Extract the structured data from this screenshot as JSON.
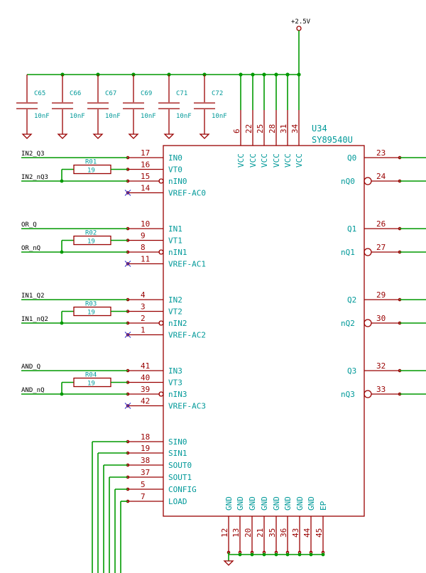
{
  "power": {
    "label": "+2.5V"
  },
  "chip": {
    "ref": "U34",
    "part": "SY89540U"
  },
  "capacitors": [
    {
      "ref": "C65",
      "value": "10nF"
    },
    {
      "ref": "C66",
      "value": "10nF"
    },
    {
      "ref": "C67",
      "value": "10nF"
    },
    {
      "ref": "C69",
      "value": "10nF"
    },
    {
      "ref": "C71",
      "value": "10nF"
    },
    {
      "ref": "C72",
      "value": "10nF"
    }
  ],
  "vcc_pins": [
    {
      "num": "6",
      "label": "VCC"
    },
    {
      "num": "22",
      "label": "VCC"
    },
    {
      "num": "25",
      "label": "VCC"
    },
    {
      "num": "28",
      "label": "VCC"
    },
    {
      "num": "31",
      "label": "VCC"
    },
    {
      "num": "34",
      "label": "VCC"
    }
  ],
  "input_groups": [
    {
      "net_p": "IN2_Q3",
      "net_n": "IN2_nQ3",
      "resistor": {
        "ref": "R01",
        "value": "19"
      },
      "pins": [
        {
          "num": "17",
          "label": "IN0"
        },
        {
          "num": "16",
          "label": "VT0"
        },
        {
          "num": "15",
          "label": "nIN0"
        },
        {
          "num": "14",
          "label": "VREF-AC0"
        }
      ]
    },
    {
      "net_p": "OR_Q",
      "net_n": "OR_nQ",
      "resistor": {
        "ref": "R02",
        "value": "19"
      },
      "pins": [
        {
          "num": "10",
          "label": "IN1"
        },
        {
          "num": "9",
          "label": "VT1"
        },
        {
          "num": "8",
          "label": "nIN1"
        },
        {
          "num": "11",
          "label": "VREF-AC1"
        }
      ]
    },
    {
      "net_p": "IN1_Q2",
      "net_n": "IN1_nQ2",
      "resistor": {
        "ref": "R03",
        "value": "19"
      },
      "pins": [
        {
          "num": "4",
          "label": "IN2"
        },
        {
          "num": "3",
          "label": "VT2"
        },
        {
          "num": "2",
          "label": "nIN2"
        },
        {
          "num": "1",
          "label": "VREF-AC2"
        }
      ]
    },
    {
      "net_p": "AND_Q",
      "net_n": "AND_nQ",
      "resistor": {
        "ref": "R04",
        "value": "19"
      },
      "pins": [
        {
          "num": "41",
          "label": "IN3"
        },
        {
          "num": "40",
          "label": "VT3"
        },
        {
          "num": "39",
          "label": "nIN3"
        },
        {
          "num": "42",
          "label": "VREF-AC3"
        }
      ]
    }
  ],
  "output_pins": [
    {
      "num": "23",
      "label": "Q0"
    },
    {
      "num": "24",
      "label": "nQ0"
    },
    {
      "num": "26",
      "label": "Q1"
    },
    {
      "num": "27",
      "label": "nQ1"
    },
    {
      "num": "29",
      "label": "Q2"
    },
    {
      "num": "30",
      "label": "nQ2"
    },
    {
      "num": "32",
      "label": "Q3"
    },
    {
      "num": "33",
      "label": "nQ3"
    }
  ],
  "control_pins": [
    {
      "num": "18",
      "label": "SIN0"
    },
    {
      "num": "19",
      "label": "SIN1"
    },
    {
      "num": "38",
      "label": "SOUT0"
    },
    {
      "num": "37",
      "label": "SOUT1"
    },
    {
      "num": "5",
      "label": "CONFIG"
    },
    {
      "num": "7",
      "label": "LOAD"
    }
  ],
  "gnd_pins": [
    {
      "num": "12",
      "label": "GND"
    },
    {
      "num": "13",
      "label": "GND"
    },
    {
      "num": "20",
      "label": "GND"
    },
    {
      "num": "21",
      "label": "GND"
    },
    {
      "num": "35",
      "label": "GND"
    },
    {
      "num": "36",
      "label": "GND"
    },
    {
      "num": "43",
      "label": "GND"
    },
    {
      "num": "44",
      "label": "GND"
    },
    {
      "num": "45",
      "label": "EP"
    }
  ]
}
